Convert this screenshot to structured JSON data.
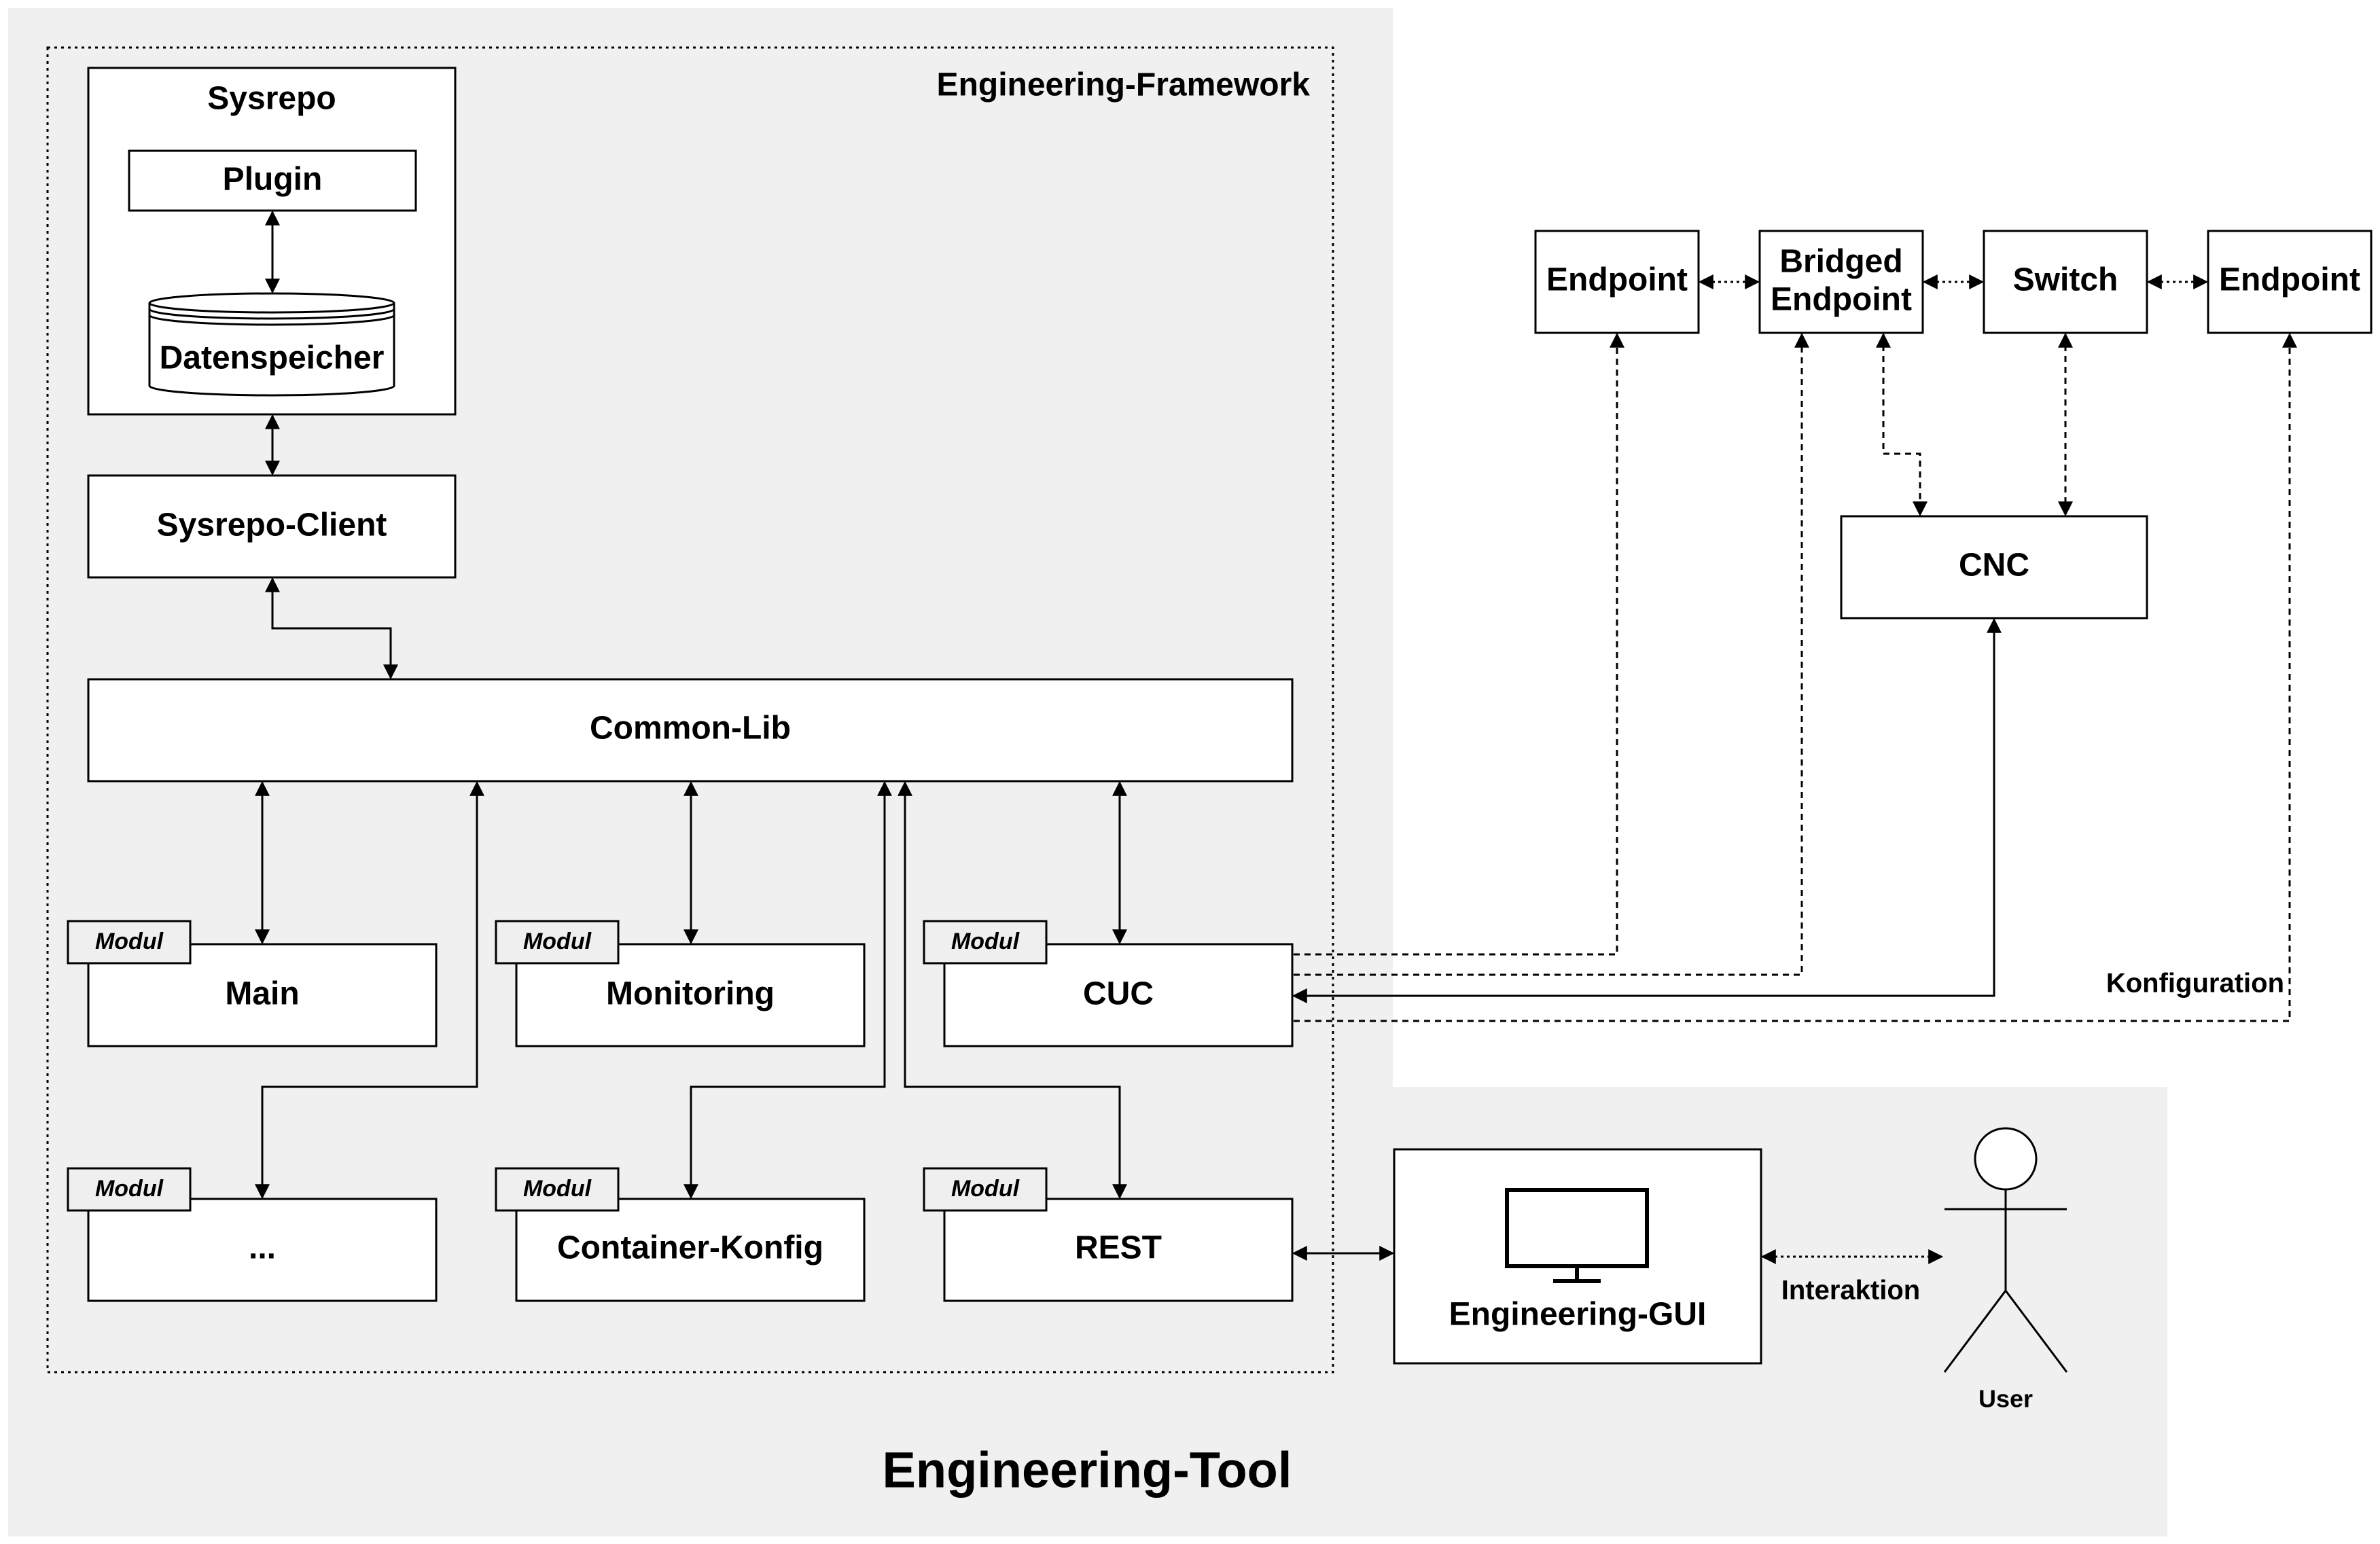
{
  "colors": {
    "tool_background": "#f0f0f0",
    "box_fill": "#ffffff",
    "stroke": "#000000"
  },
  "titles": {
    "engineering_tool": "Engineering-Tool",
    "engineering_framework": "Engineering-Framework"
  },
  "sysrepo": {
    "title": "Sysrepo",
    "plugin": "Plugin",
    "datastore": "Datenspeicher"
  },
  "sysrepo_client": "Sysrepo-Client",
  "common_lib": "Common-Lib",
  "module_tag": "Modul",
  "modules": {
    "main": "Main",
    "monitoring": "Monitoring",
    "cuc": "CUC",
    "ellipsis": "...",
    "container_konfig": "Container-Konfig",
    "rest": "REST"
  },
  "network": {
    "endpoint_left": "Endpoint",
    "bridged_endpoint_line1": "Bridged",
    "bridged_endpoint_line2": "Endpoint",
    "switch": "Switch",
    "endpoint_right": "Endpoint",
    "cnc": "CNC"
  },
  "gui": {
    "label": "Engineering-GUI",
    "icon": "monitor-icon"
  },
  "user": {
    "label": "User",
    "icon": "user-stick-figure-icon"
  },
  "edges": {
    "konfiguration": "Konfiguration",
    "interaktion": "Interaktion"
  }
}
